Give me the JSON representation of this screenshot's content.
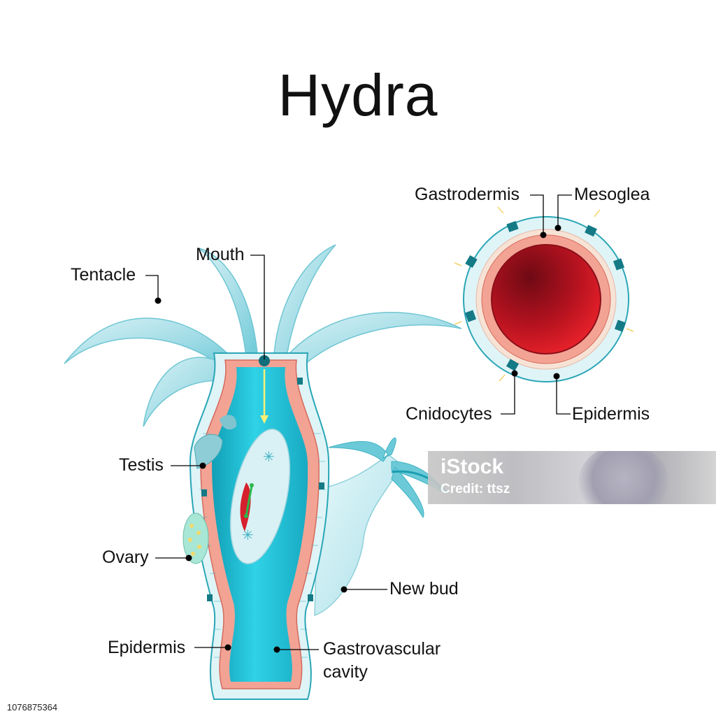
{
  "title": "Hydra",
  "labels": {
    "tentacle": "Tentacle",
    "mouth": "Mouth",
    "testis": "Testis",
    "ovary": "Ovary",
    "epidermis_body": "Epidermis",
    "gastrovascular": "Gastrovascular",
    "cavity": "cavity",
    "new_bud": "New bud",
    "gastrodermis": "Gastrodermis",
    "mesoglea": "Mesoglea",
    "cnidocytes": "Cnidocytes",
    "epidermis_section": "Epidermis"
  },
  "watermark": {
    "brand": "iStock",
    "credit": "Credit: ttsz"
  },
  "image_id": "1076875364",
  "colors": {
    "body_fill": "#21c4dc",
    "tentacle_fill": "#a4dde6",
    "epidermis_cell": "#e6f7fa",
    "gastrodermis_cell": "#f4a596",
    "nematocyst": "#147a86",
    "section_core": "#c8102e"
  }
}
